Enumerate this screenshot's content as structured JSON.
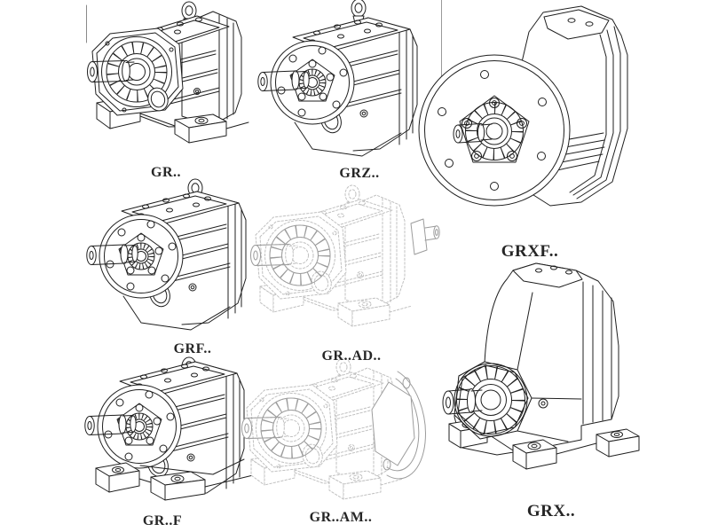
{
  "page": {
    "background": "#ffffff",
    "line_color": "#1f1f1f",
    "phantom_color": "#c0c0c0",
    "accent_gray": "#9c9c9c"
  },
  "figures": [
    {
      "id": "gr",
      "label": "GR.."
    },
    {
      "id": "grz",
      "label": "GRZ.."
    },
    {
      "id": "grxf",
      "label": "GRXF.."
    },
    {
      "id": "grf",
      "label": "GRF.."
    },
    {
      "id": "gr-ad",
      "label": "GR..AD.."
    },
    {
      "id": "gr-f",
      "label": "GR..F"
    },
    {
      "id": "gr-am",
      "label": "GR..AM.."
    },
    {
      "id": "grx",
      "label": "GRX.."
    }
  ]
}
